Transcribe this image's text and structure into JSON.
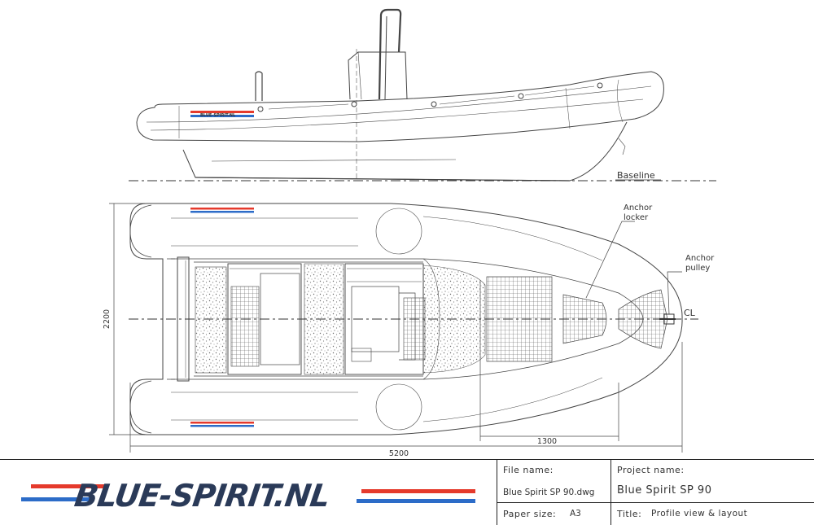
{
  "drawing": {
    "baseline_label": "Baseline",
    "anchor_locker_label_line1": "Anchor",
    "anchor_locker_label_line2": "locker",
    "anchor_pulley_label_line1": "Anchor",
    "anchor_pulley_label_line2": "pulley",
    "centerline_label": "CL",
    "dim_length": "5200",
    "dim_width": "2200",
    "dim_bow": "1300"
  },
  "title_block": {
    "logo_text": "BLUE-SPIRIT.NL",
    "file_name_label": "File name:",
    "file_name_value": "Blue Spirit SP 90.dwg",
    "paper_size_label": "Paper size:",
    "paper_size_value": "A3",
    "project_name_label": "Project name:",
    "project_name_value": "Blue Spirit SP 90",
    "title_label": "Title:",
    "title_value": "Profile view & layout"
  },
  "colors": {
    "logo_red": "#e53a2c",
    "logo_blue": "#2c6cc8",
    "line": "#444444"
  }
}
